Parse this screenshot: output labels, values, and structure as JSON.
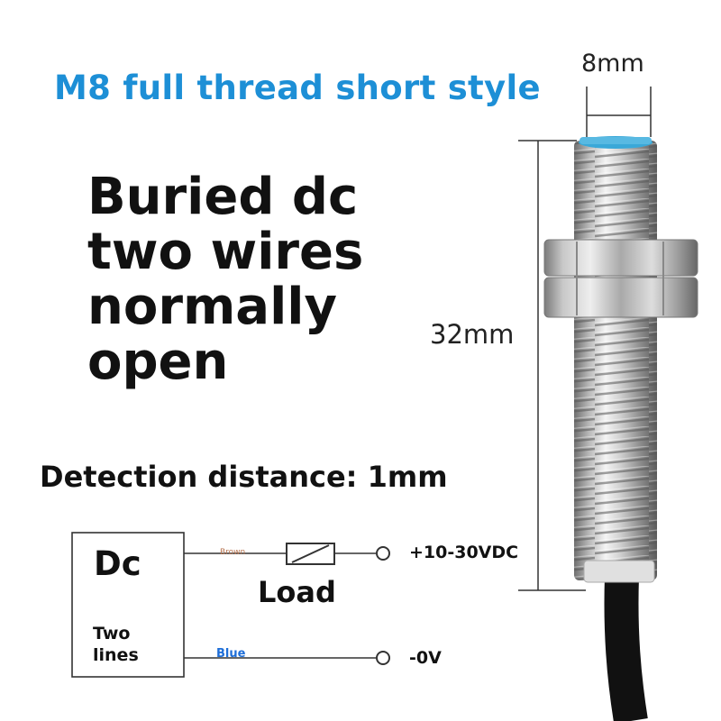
{
  "title": "M8 full thread short style",
  "description_lines": [
    "Buried dc",
    "two wires",
    "normally",
    "open"
  ],
  "detection": "Detection distance: 1mm",
  "dimensions": {
    "width": "8mm",
    "length": "32mm"
  },
  "circuit": {
    "box_label": "Dc",
    "box_sublabel_line1": "Two",
    "box_sublabel_line2": "lines",
    "wire_brown": "Brown",
    "wire_blue": "Blue",
    "load": "Load",
    "positive_terminal": "+10-30VDC",
    "negative_terminal": "-0V"
  },
  "colors": {
    "title": "#1d8fd6",
    "brown_wire": "#b5714d",
    "blue_wire": "#1e6ed8"
  }
}
